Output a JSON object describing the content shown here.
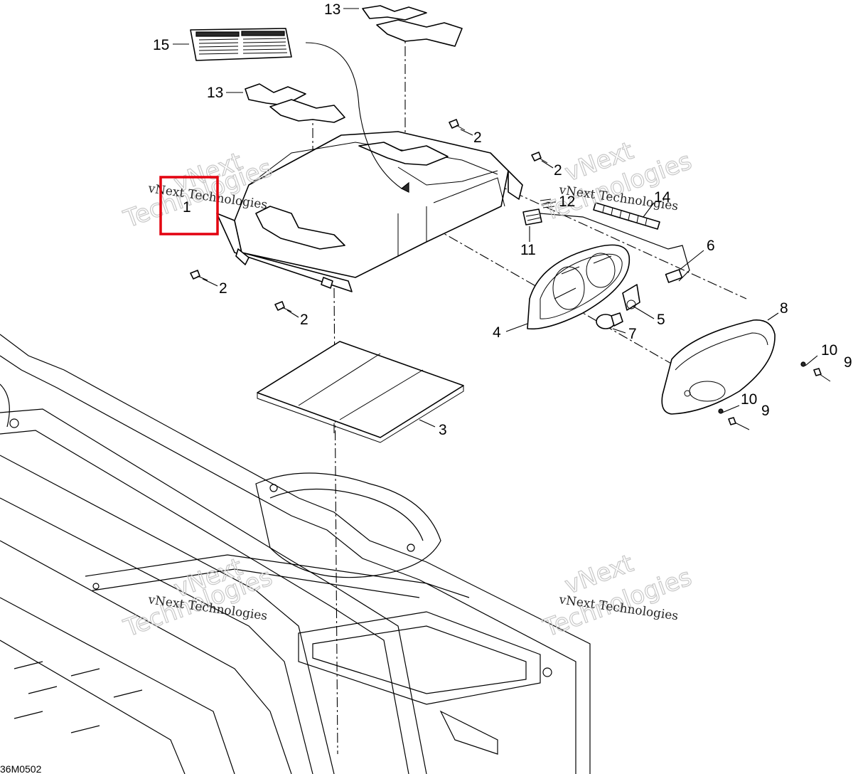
{
  "diagram": {
    "reference_code": "36M0502",
    "highlight_color": "#e3000f",
    "watermark": {
      "small_text": "vNext Technologies",
      "large_line1": "vNext",
      "large_line2": "Technologies"
    },
    "callouts": [
      {
        "id": "c1",
        "label": "1"
      },
      {
        "id": "c2a",
        "label": "2"
      },
      {
        "id": "c2b",
        "label": "2"
      },
      {
        "id": "c2c",
        "label": "2"
      },
      {
        "id": "c2d",
        "label": "2"
      },
      {
        "id": "c3",
        "label": "3"
      },
      {
        "id": "c4",
        "label": "4"
      },
      {
        "id": "c5",
        "label": "5"
      },
      {
        "id": "c6",
        "label": "6"
      },
      {
        "id": "c7",
        "label": "7"
      },
      {
        "id": "c8",
        "label": "8"
      },
      {
        "id": "c9a",
        "label": "9"
      },
      {
        "id": "c9b",
        "label": "9"
      },
      {
        "id": "c10a",
        "label": "10"
      },
      {
        "id": "c10b",
        "label": "10"
      },
      {
        "id": "c11",
        "label": "11"
      },
      {
        "id": "c12",
        "label": "12"
      },
      {
        "id": "c13a",
        "label": "13"
      },
      {
        "id": "c13b",
        "label": "13"
      },
      {
        "id": "c14",
        "label": "14"
      },
      {
        "id": "c15",
        "label": "15"
      }
    ]
  }
}
